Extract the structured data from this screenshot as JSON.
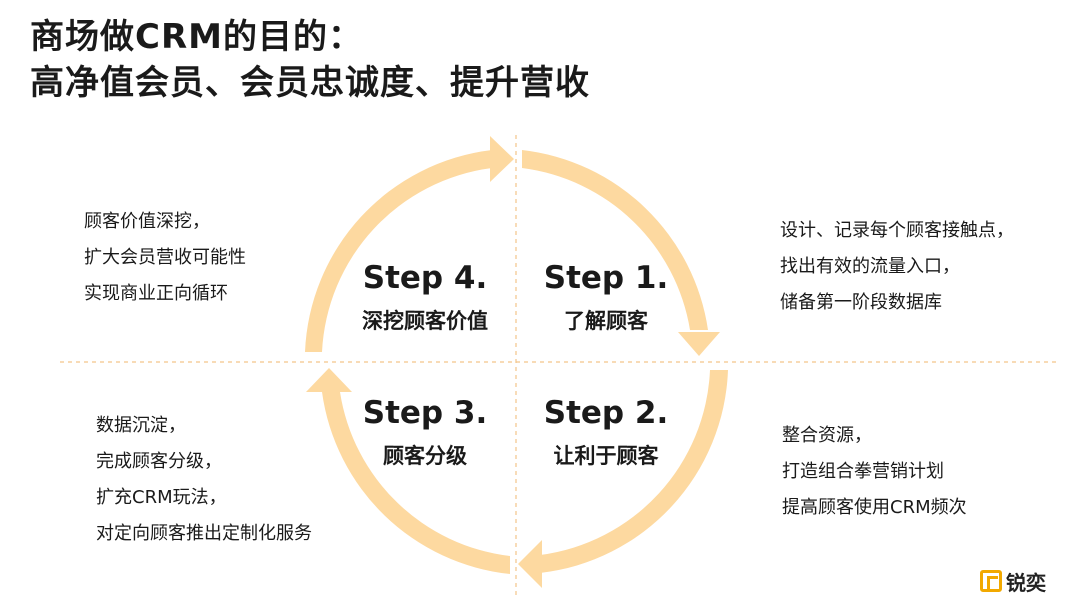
{
  "title": {
    "line1": "商场做CRM的目的：",
    "line2": "高净值会员、会员忠诚度、提升营收"
  },
  "colors": {
    "arc": "#fdd9a0",
    "divider": "#f3c58a",
    "logo": "#f2a900"
  },
  "steps": [
    {
      "id": "step1",
      "en": "Step 1.",
      "cn": "了解顾客"
    },
    {
      "id": "step2",
      "en": "Step 2.",
      "cn": "让利于顾客"
    },
    {
      "id": "step3",
      "en": "Step 3.",
      "cn": "顾客分级"
    },
    {
      "id": "step4",
      "en": "Step 4.",
      "cn": "深挖顾客价值"
    }
  ],
  "descriptions": {
    "top_left": [
      "顾客价值深挖，",
      "扩大会员营收可能性",
      "实现商业正向循环"
    ],
    "top_right": [
      "设计、记录每个顾客接触点，",
      "找出有效的流量入口，",
      "储备第一阶段数据库"
    ],
    "bottom_left": [
      "数据沉淀，",
      "完成顾客分级，",
      "扩充CRM玩法，",
      "对定向顾客推出定制化服务"
    ],
    "bottom_right": [
      "整合资源，",
      "打造组合拳营销计划",
      "提高顾客使用CRM频次"
    ]
  },
  "logo": {
    "text": "锐奕",
    "icon": "logo-mark-icon"
  }
}
